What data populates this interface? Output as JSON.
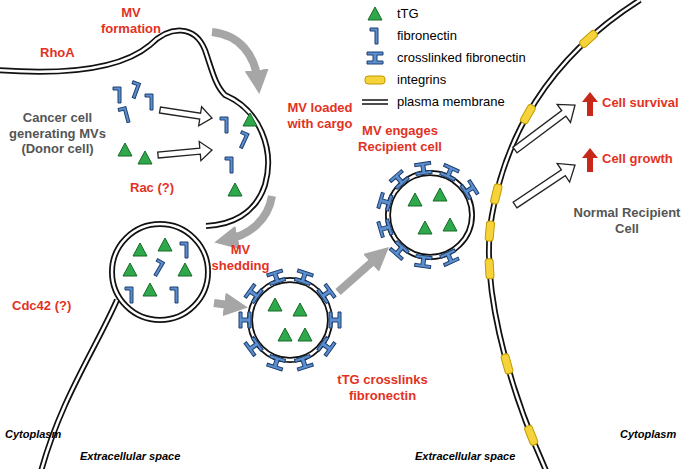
{
  "diagram": {
    "labels": [
      "MV formation",
      "RhoA",
      "MV loaded with cargo",
      "Cancer cell generating MVs (Donor cell)",
      "Rac (?)",
      "Cdc42 (?)",
      "MV shedding",
      "tTG crosslinks fibronectin",
      "MV engages Recipient cell",
      "Normal Recipient Cell",
      "Cell survival",
      "Cell growth",
      "Cytoplasm",
      "Extracellular space",
      "Cytoplasm",
      "Extracellular space"
    ],
    "legend": [
      {
        "text": "tTG"
      },
      {
        "text": "fibronectin"
      },
      {
        "text": "crosslinked fibronectin"
      },
      {
        "text": "integrins"
      },
      {
        "text": "plasma membrane"
      }
    ]
  }
}
